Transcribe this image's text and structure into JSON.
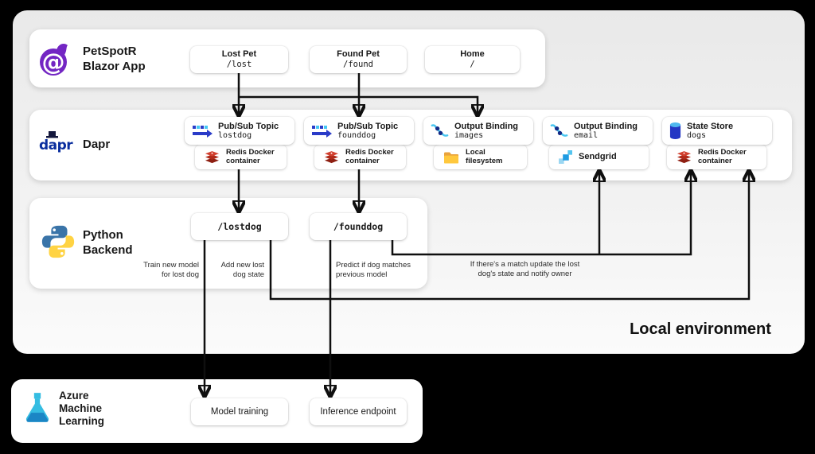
{
  "local_environment_label": "Local environment",
  "blazor": {
    "title": "PetSpotR\nBlazor App",
    "icon_glyph": "@",
    "pages": [
      {
        "label": "Lost Pet",
        "path": "/lost"
      },
      {
        "label": "Found Pet",
        "path": "/found"
      },
      {
        "label": "Home",
        "path": "/"
      }
    ]
  },
  "dapr": {
    "title": "Dapr",
    "logo_text": "dapr",
    "components": [
      {
        "type": "Pub/Sub Topic",
        "name": "lostdog",
        "impl": "Redis Docker\ncontainer"
      },
      {
        "type": "Pub/Sub Topic",
        "name": "founddog",
        "impl": "Redis Docker\ncontainer"
      },
      {
        "type": "Output Binding",
        "name": "images",
        "impl": "Local\nfilesystem"
      },
      {
        "type": "Output Binding",
        "name": "email",
        "impl": "Sendgrid"
      },
      {
        "type": "State Store",
        "name": "dogs",
        "impl": "Redis Docker\ncontainer"
      }
    ]
  },
  "python": {
    "title": "Python\nBackend",
    "endpoints": [
      {
        "path": "/lostdog"
      },
      {
        "path": "/founddog"
      }
    ]
  },
  "azure_ml": {
    "title": "Azure\nMachine\nLearning",
    "services": [
      {
        "label": "Model training"
      },
      {
        "label": "Inference endpoint"
      }
    ]
  },
  "annotations": {
    "train_model": "Train new model\nfor lost dog",
    "add_state": "Add new lost\ndog state",
    "predict": "Predict if dog matches\nprevious model",
    "match": "If there's a match update the lost\ndog's state and notify owner"
  },
  "colors": {
    "background": "#000000",
    "canvas": "#f0f0f0",
    "panel": "#ffffff",
    "arrow": "#0f0f0f",
    "blazor_purple": "#7326c3",
    "dapr_blue": "#0a2e9e",
    "pubsub_blue": "#2a3bc8",
    "binding_cyan": "#49c6f0",
    "redis_red": "#b02a1a",
    "folder_yellow": "#ffc83d",
    "sendgrid_blue": "#1e9be2",
    "statestore_blue": "#2336c4",
    "python_blue": "#3a74a8",
    "python_yellow": "#ffd343",
    "azureml_blue": "#35bde2"
  }
}
